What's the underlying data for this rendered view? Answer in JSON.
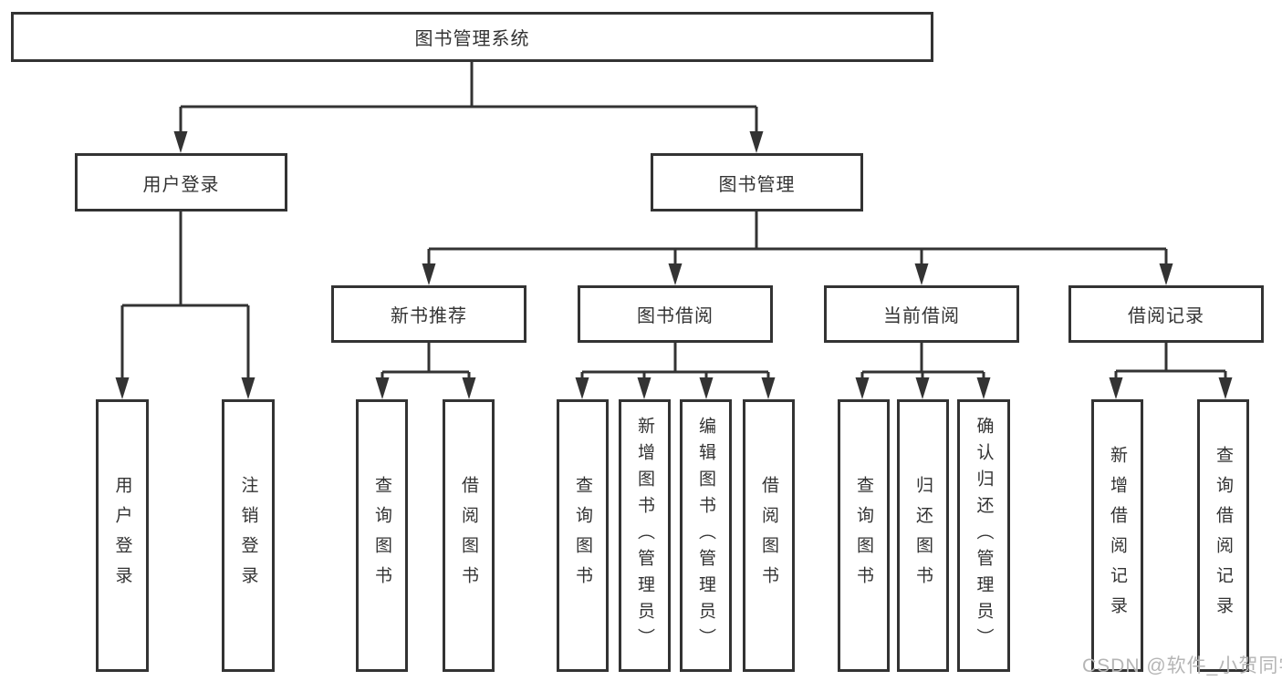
{
  "tree": {
    "root": {
      "label": "图书管理系统"
    },
    "user_login": {
      "label": "用户登录",
      "children": [
        {
          "label": "用户登录"
        },
        {
          "label": "注销登录"
        }
      ]
    },
    "book_management": {
      "label": "图书管理",
      "sections": [
        {
          "label": "新书推荐",
          "children": [
            {
              "label": "查询图书"
            },
            {
              "label": "借阅图书"
            }
          ]
        },
        {
          "label": "图书借阅",
          "children": [
            {
              "label": "查询图书"
            },
            {
              "label": "新增图书（管理员）"
            },
            {
              "label": "编辑图书（管理员）"
            },
            {
              "label": "借阅图书"
            }
          ]
        },
        {
          "label": "当前借阅",
          "children": [
            {
              "label": "查询图书"
            },
            {
              "label": "归还图书"
            },
            {
              "label": "确认归还（管理员）"
            }
          ]
        },
        {
          "label": "借阅记录",
          "children": [
            {
              "label": "新增借阅记录"
            },
            {
              "label": "查询借阅记录"
            }
          ]
        }
      ]
    }
  },
  "watermark": {
    "text": "CSDN @软件_小贺同学"
  },
  "colors": {
    "line": "#333333",
    "box_border": "#333333",
    "text": "#333333",
    "watermark": "#b5b5b5",
    "background": "#ffffff"
  }
}
